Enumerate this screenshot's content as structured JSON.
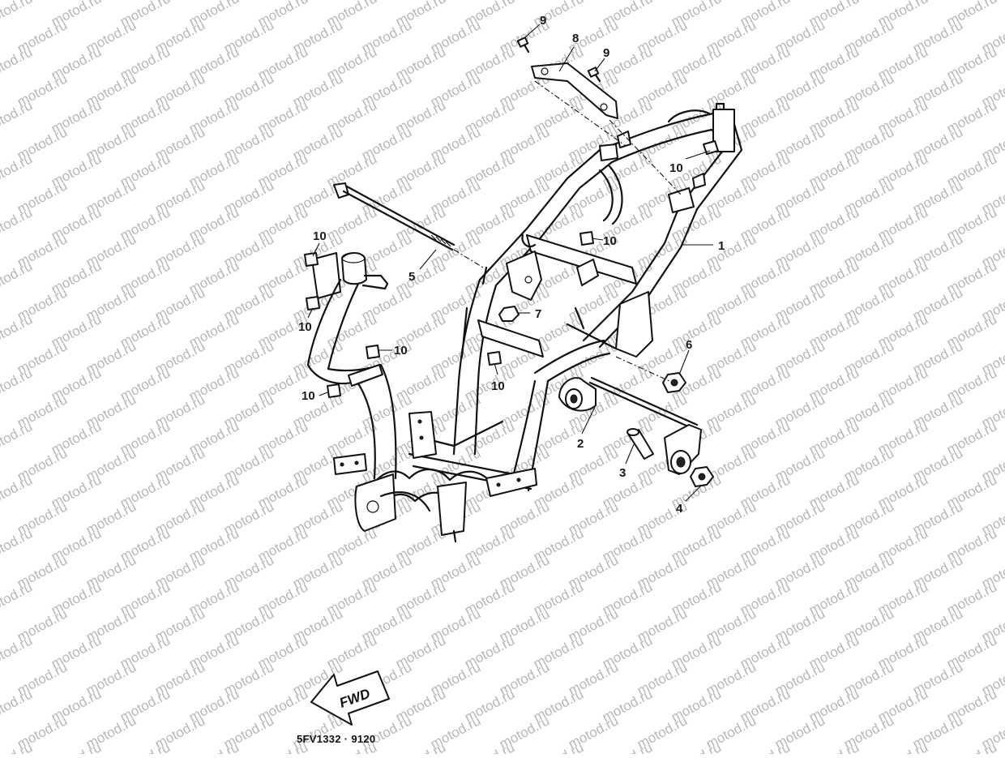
{
  "watermark": "motod.ru",
  "callouts": [
    {
      "id": "c1",
      "text": "1"
    },
    {
      "id": "c2",
      "text": "2"
    },
    {
      "id": "c3",
      "text": "3"
    },
    {
      "id": "c4",
      "text": "4"
    },
    {
      "id": "c5",
      "text": "5"
    },
    {
      "id": "c6",
      "text": "6"
    },
    {
      "id": "c7",
      "text": "7"
    },
    {
      "id": "c8",
      "text": "8"
    },
    {
      "id": "c9a",
      "text": "9"
    },
    {
      "id": "c9b",
      "text": "9"
    },
    {
      "id": "c10a",
      "text": "10"
    },
    {
      "id": "c10b",
      "text": "10"
    },
    {
      "id": "c10c",
      "text": "10"
    },
    {
      "id": "c10d",
      "text": "10"
    },
    {
      "id": "c10e",
      "text": "10"
    },
    {
      "id": "c10f",
      "text": "10"
    },
    {
      "id": "c10g",
      "text": "10"
    }
  ],
  "direction_label": "FWD",
  "part_number": "5FV1332 · 9120",
  "colors": {
    "ink": "#111111",
    "watermark": "#b7b7b7",
    "background": "#ffffff"
  }
}
